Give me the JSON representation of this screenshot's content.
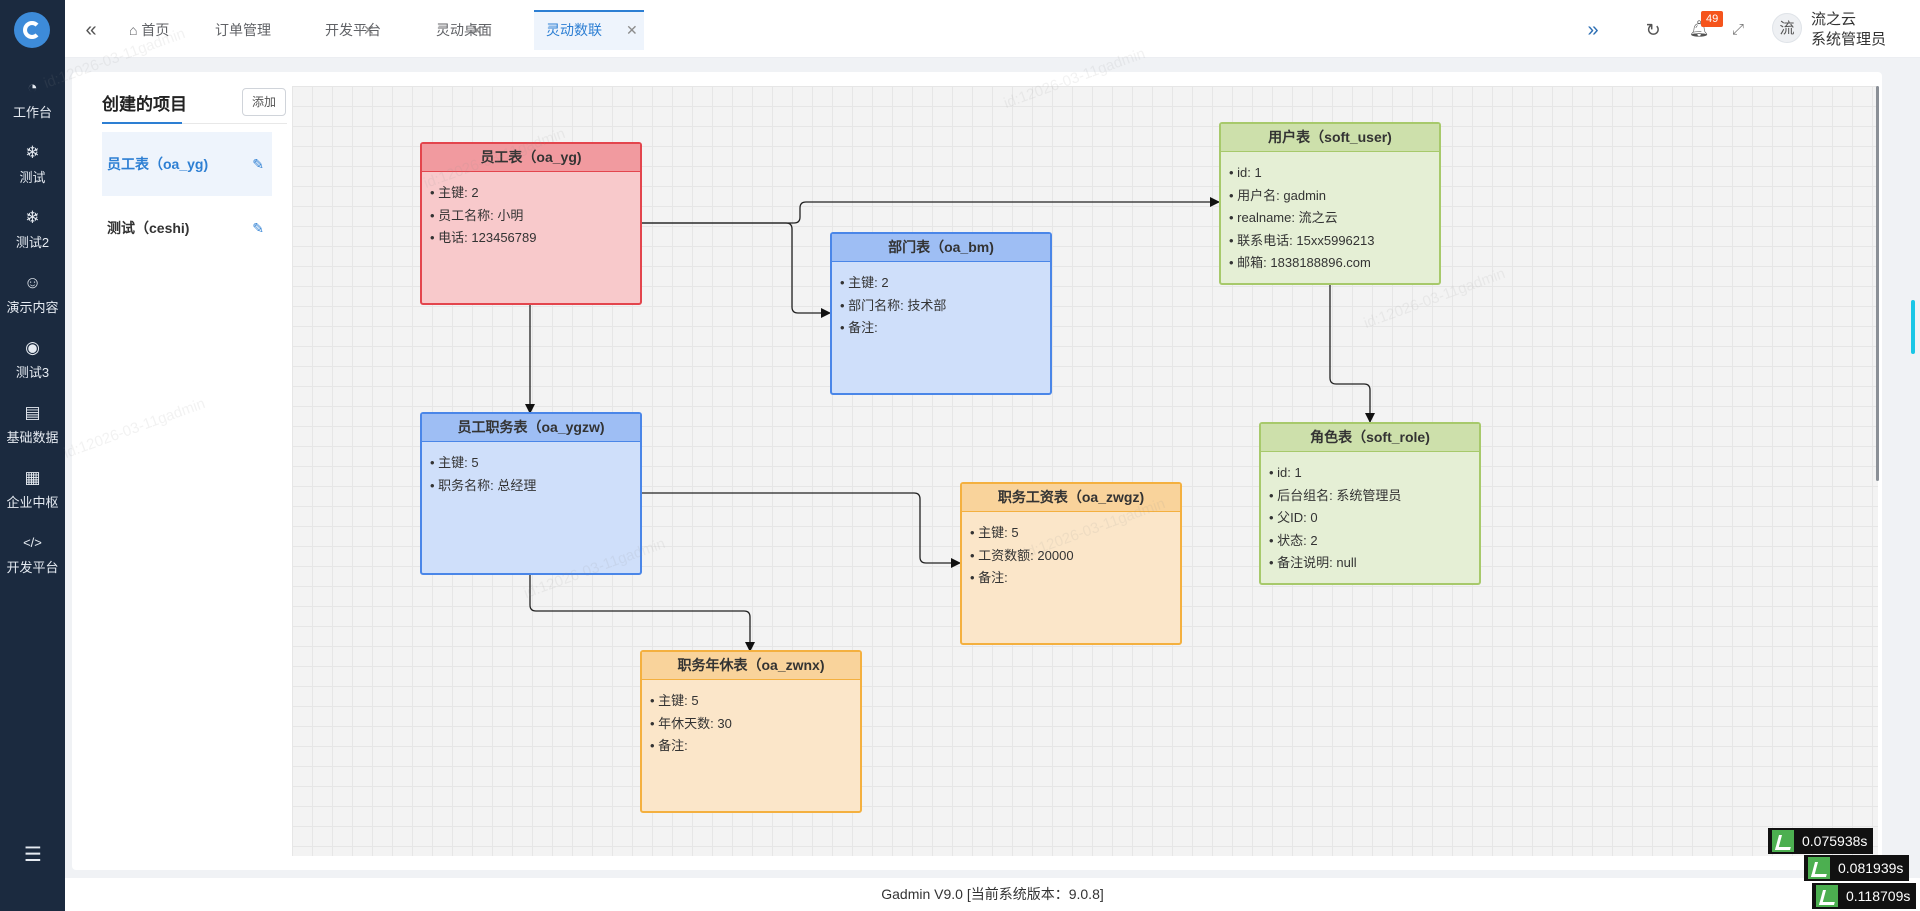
{
  "sidebar": {
    "items": [
      {
        "label": "工作台",
        "icon": "dashboard-icon",
        "glyph": "◔"
      },
      {
        "label": "测试",
        "icon": "snowflake-icon",
        "glyph": "❄"
      },
      {
        "label": "测试2",
        "icon": "snowflake-icon",
        "glyph": "❄"
      },
      {
        "label": "演示内容",
        "icon": "smile-icon",
        "glyph": "☺"
      },
      {
        "label": "测试3",
        "icon": "compass-icon",
        "glyph": "◉"
      },
      {
        "label": "基础数据",
        "icon": "clipboard-icon",
        "glyph": "▤"
      },
      {
        "label": "企业中枢",
        "icon": "apps-icon",
        "glyph": "▦"
      },
      {
        "label": "开发平台",
        "icon": "code-icon",
        "glyph": "</>"
      }
    ]
  },
  "tabs": [
    {
      "label": "首页",
      "closable": false
    },
    {
      "label": "订单管理",
      "closable": true
    },
    {
      "label": "开发平台",
      "closable": true
    },
    {
      "label": "灵动桌面",
      "closable": true
    },
    {
      "label": "灵动数联",
      "closable": true,
      "active": true
    }
  ],
  "header": {
    "notification_count": "49",
    "avatar_text": "流",
    "user_name": "流之云",
    "user_role": "系统管理员"
  },
  "projects": {
    "title": "创建的项目",
    "add_label": "添加",
    "items": [
      {
        "label": "员工表（oa_yg)",
        "active": true
      },
      {
        "label": "测试（ceshi)",
        "active": false
      }
    ]
  },
  "diagram": {
    "nodes": [
      {
        "id": "oa_yg",
        "title": "员工表（oa_yg)",
        "color": "red",
        "fields": [
          "主键: 2",
          "员工名称: 小明",
          "电话: 123456789"
        ]
      },
      {
        "id": "oa_bm",
        "title": "部门表（oa_bm)",
        "color": "blue",
        "fields": [
          "主键: 2",
          "部门名称: 技术部",
          "备注:"
        ]
      },
      {
        "id": "oa_ygzw",
        "title": "员工职务表（oa_ygzw)",
        "color": "blue",
        "fields": [
          "主键: 5",
          "职务名称: 总经理"
        ]
      },
      {
        "id": "oa_zwgz",
        "title": "职务工资表（oa_zwgz)",
        "color": "orange",
        "fields": [
          "主键: 5",
          "工资数额: 20000",
          "备注:"
        ]
      },
      {
        "id": "oa_zwnx",
        "title": "职务年休表（oa_zwnx)",
        "color": "orange",
        "fields": [
          "主键: 5",
          "年休天数: 30",
          "备注:"
        ]
      },
      {
        "id": "soft_user",
        "title": "用户表（soft_user)",
        "color": "green",
        "fields": [
          "id: 1",
          "用户名: gadmin",
          "realname: 流之云",
          "联系电话: 15xx5996213",
          "邮箱: 1838188896.com"
        ]
      },
      {
        "id": "soft_role",
        "title": "角色表（soft_role)",
        "color": "green",
        "fields": [
          "id: 1",
          "后台组名: 系统管理员",
          "父ID: 0",
          "状态: 2",
          "备注说明: null"
        ]
      }
    ],
    "edges": [
      {
        "from": "oa_yg",
        "to": "soft_user"
      },
      {
        "from": "oa_yg",
        "to": "oa_bm"
      },
      {
        "from": "oa_yg",
        "to": "oa_ygzw"
      },
      {
        "from": "oa_ygzw",
        "to": "oa_zwgz"
      },
      {
        "from": "oa_ygzw",
        "to": "oa_zwnx"
      },
      {
        "from": "soft_user",
        "to": "soft_role"
      }
    ]
  },
  "footer": {
    "text": "Gadmin V9.0 [当前系统版本：9.0.8]"
  },
  "timers": [
    "0.075938s",
    "0.081939s",
    "0.118709s"
  ],
  "watermark": "id:12026-03-11gadmin",
  "colors": {
    "accent": "#2d7fd3",
    "sidebar_bg": "#1b2a3f",
    "badge": "#f5541c"
  }
}
